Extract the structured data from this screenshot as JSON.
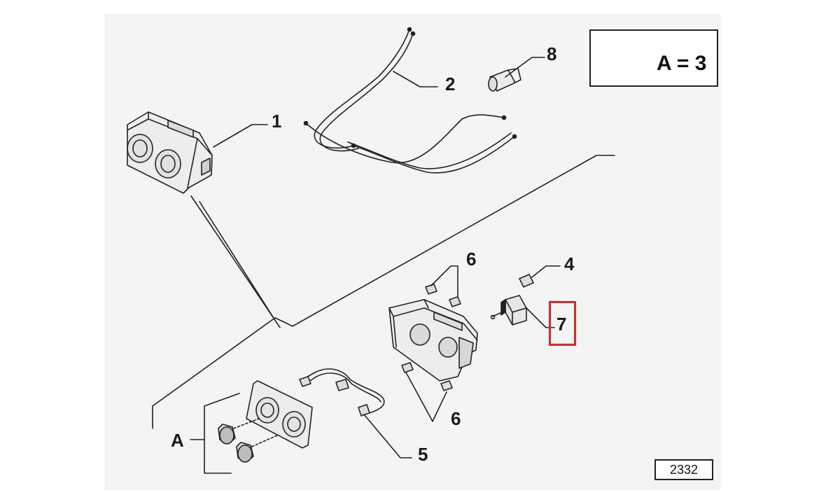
{
  "callouts": {
    "c1": "1",
    "c2": "2",
    "c8": "8",
    "c6a": "6",
    "c4": "4",
    "c7": "7",
    "c6b": "6",
    "c5": "5",
    "cA": "A"
  },
  "badge": {
    "text": "A = 3"
  },
  "diagram_ref": "2332",
  "colors": {
    "highlight": "#d42a2a",
    "line": "#222222",
    "panel": "#f4f4f4"
  },
  "icons": [
    "heater-control-panel-icon",
    "cable-icon",
    "bulb-icon",
    "knob-icon",
    "wiring-harness-icon",
    "switch-icon",
    "clip-icon",
    "package-icon"
  ]
}
